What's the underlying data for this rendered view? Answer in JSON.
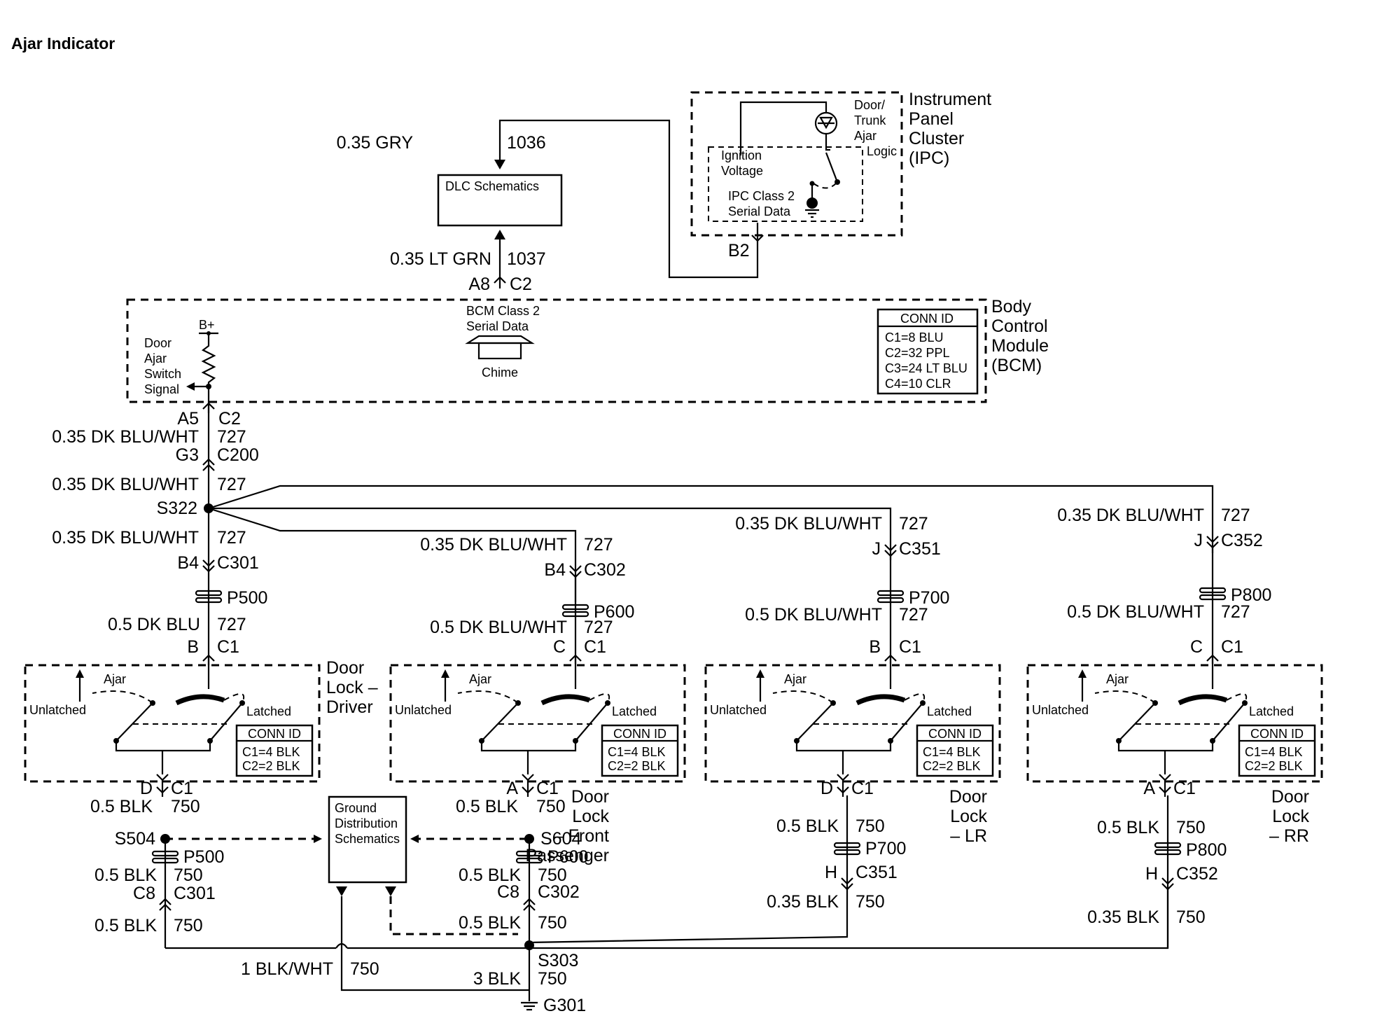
{
  "title": "Ajar Indicator",
  "ipc": {
    "name_lines": [
      "Instrument",
      "Panel",
      "Cluster",
      "(IPC)"
    ],
    "lamp_lines": [
      "Door/",
      "Trunk",
      "Ajar"
    ],
    "logic": "Logic",
    "ignition_lines": [
      "Ignition",
      "Voltage"
    ],
    "serial_lines": [
      "IPC Class 2",
      "Serial Data"
    ],
    "conn": "B2"
  },
  "dlc": {
    "label": "DLC Schematics",
    "wire_in": {
      "gauge": "0.35 GRY",
      "circuit": "1036"
    },
    "wire_out": {
      "gauge": "0.35 LT GRN",
      "circuit": "1037"
    }
  },
  "bcm": {
    "name_lines": [
      "Body",
      "Control",
      "Module",
      "(BCM)"
    ],
    "pin_a8": "A8",
    "conn_c2_top": "C2",
    "serial_lines": [
      "BCM Class 2",
      "Serial Data"
    ],
    "chime": "Chime",
    "bplus": "B+",
    "switch_lines": [
      "Door",
      "Ajar",
      "Switch",
      "Signal"
    ],
    "conn_id_title": "CONN ID",
    "conn_ids": [
      "C1=8 BLU",
      "C2=32 PPL",
      "C3=24 LT BLU",
      "C4=10 CLR"
    ],
    "pin_a5": "A5",
    "conn_c2": "C2"
  },
  "main": {
    "gauge": "0.35 DK BLU/WHT",
    "circuit": "727",
    "pin_g3": "G3",
    "conn_c200": "C200",
    "splice": "S322",
    "pin_b4": "B4",
    "conn_c301": "C301"
  },
  "doors": [
    {
      "name_lines": [
        "Door",
        "Lock –",
        "Driver"
      ],
      "wire_top_gauge": "",
      "pin_top": "B4",
      "conn_top": "C301",
      "pass": "P500",
      "gauge_in": "0.5 DK BLU",
      "circuit_in": "727",
      "pin_in": "B",
      "conn_in": "C1",
      "pin_out": "D",
      "conn_out": "C1",
      "gnd_gauge": "0.5 BLK",
      "gnd_circuit": "750"
    },
    {
      "name_lines": [
        "Door",
        "Lock",
        "– Front",
        "Passenger"
      ],
      "wire_top_gauge": "0.35 DK BLU/WHT",
      "pin_top": "B4",
      "conn_top": "C302",
      "pass": "P600",
      "gauge_in": "0.5 DK BLU/WHT",
      "circuit_in": "727",
      "pin_in": "C",
      "conn_in": "C1",
      "pin_out": "A",
      "conn_out": "C1",
      "gnd_gauge": "0.5 BLK",
      "gnd_circuit": "750"
    },
    {
      "name_lines": [
        "Door",
        "Lock",
        "– LR"
      ],
      "wire_top_gauge": "0.35 DK BLU/WHT",
      "pin_top": "J",
      "conn_top": "C351",
      "pass": "P700",
      "gauge_in": "0.5 DK BLU/WHT",
      "circuit_in": "727",
      "pin_in": "B",
      "conn_in": "C1",
      "pin_out": "D",
      "conn_out": "C1",
      "gnd_gauge": "0.5 BLK",
      "gnd_circuit": "750"
    },
    {
      "name_lines": [
        "Door",
        "Lock",
        "– RR"
      ],
      "wire_top_gauge": "0.35 DK BLU/WHT",
      "pin_top": "J",
      "conn_top": "C352",
      "pass": "P800",
      "gauge_in": "0.5 DK BLU/WHT",
      "circuit_in": "727",
      "pin_in": "C",
      "conn_in": "C1",
      "pin_out": "A",
      "conn_out": "C1",
      "gnd_gauge": "0.5 BLK",
      "gnd_circuit": "750"
    }
  ],
  "door_switch": {
    "ajar": "Ajar",
    "unlatched": "Unlatched",
    "latched": "Latched",
    "conn_id_title": "CONN ID",
    "conn_ids": [
      "C1=4 BLK",
      "C2=2 BLK"
    ]
  },
  "ground": {
    "gds_lines": [
      "Ground",
      "Distribution",
      "Schematics"
    ],
    "s504": "S504",
    "s604": "S604",
    "p500": "P500",
    "p600": "P600",
    "p700": "P700",
    "p800": "P800",
    "pin_c8": "C8",
    "c301": "C301",
    "c302": "C302",
    "pin_h": "H",
    "c351": "C351",
    "c352": "C352",
    "g_050": "0.5 BLK",
    "g_035": "0.35 BLK",
    "circuit": "750",
    "s303": "S303",
    "blkwht": "1 BLK/WHT",
    "blk3": "3 BLK",
    "g301": "G301"
  }
}
